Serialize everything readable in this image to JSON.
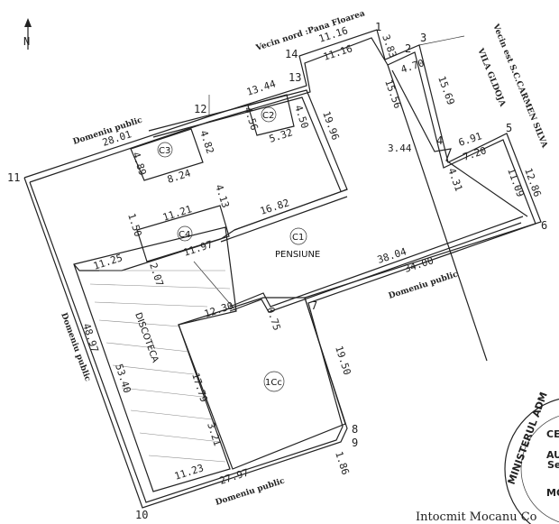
{
  "north": {
    "label": "N"
  },
  "neighbors": {
    "north": "Vecin nord :Pana Floarea",
    "east": "Vecin est S.C.CARMEN SILVA",
    "east2": "VILA GLDOJA",
    "public_top": "Domeniu public",
    "public_left": "Domeniu public",
    "public_bottom": "Domeniu public",
    "public_right": "Domeniu public"
  },
  "points": [
    "1",
    "2",
    "3",
    "4",
    "5",
    "6",
    "7",
    "8",
    "9",
    "10",
    "11",
    "12",
    "13",
    "14"
  ],
  "buildings": {
    "c1": "C1",
    "c1_name": "PENSIUNE",
    "c2": "C2",
    "c3": "C3",
    "c4": "C4",
    "c1c": "1Cc",
    "disco": "DISCOTECA"
  },
  "dimensions": [
    "11.16",
    "11.16",
    "3.83",
    "4.70",
    "13.44",
    "4.50",
    "4.56",
    "5.32",
    "19.96",
    "15.56",
    "15.69",
    "3.44",
    "6.91",
    "7.20",
    "4.31",
    "12.86",
    "11.09",
    "28.01",
    "4.82",
    "4.89",
    "8.24",
    "11.21",
    "1.50",
    "4.13",
    "16.82",
    "11.97",
    "11.25",
    "2.07",
    "38.04",
    "34.00",
    "12.30",
    "0.75",
    "19.50",
    "1.86",
    "48.97",
    "53.40",
    "17.79",
    "3.21",
    "11.23",
    "27.97"
  ],
  "footer": {
    "author": "Intocmit Mocanu Co"
  },
  "stamp": {
    "ring": "MINISTERUL ADM",
    "line1": "CE",
    "line2": "AUT",
    "line3": "Seri",
    "line4": "MOC"
  }
}
